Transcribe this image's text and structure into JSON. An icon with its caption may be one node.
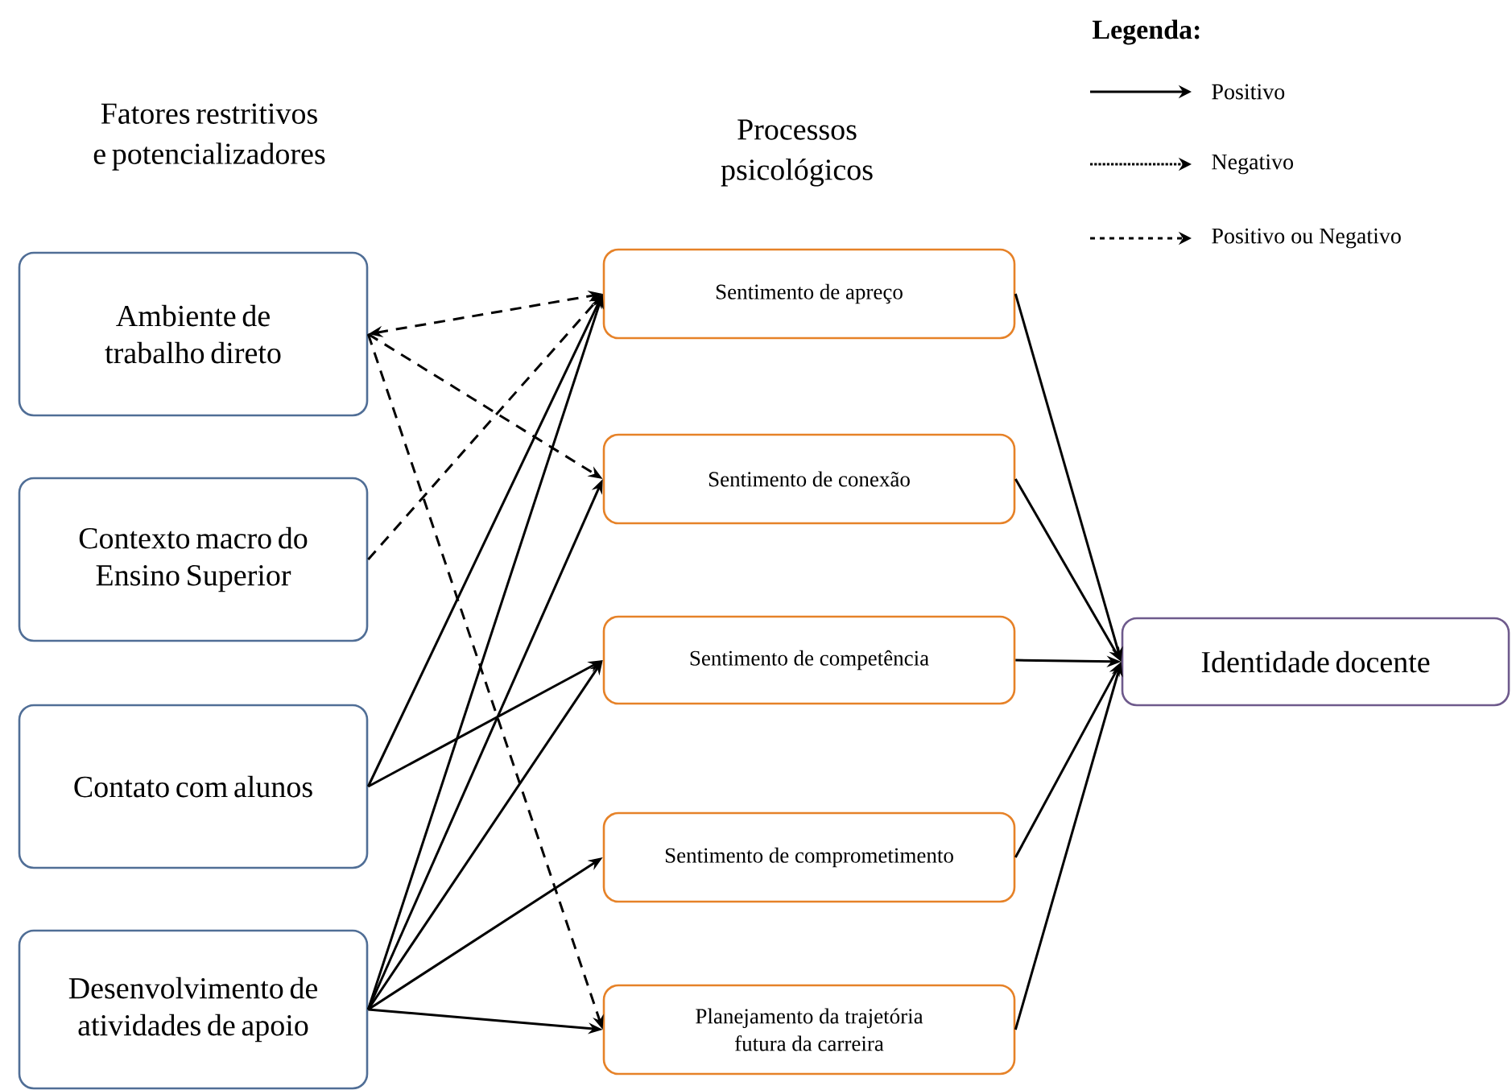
{
  "diagram": {
    "nodes": [
      {
        "text": [
          "Ambiente de trabalho direto"
        ]
      },
      {
        "text": [
          "Contexto macro do Ensino Superior"
        ]
      },
      {
        "text": [
          "Contato com alunos"
        ]
      },
      {
        "text": [
          "Desenvolvimento de atividades de apoio"
        ]
      },
      {
        "text": [
          "Sentimento de apreço"
        ]
      },
      {
        "text": [
          "Sentimento de conexão"
        ]
      },
      {
        "text": [
          "Sentimento de competência"
        ]
      },
      {
        "text": [
          "Sentimento de comprometimento"
        ]
      },
      {
        "text": [
          "Planejamento da trajetória futura da carreira"
        ]
      },
      {
        "text": [
          "Identidade docente"
        ]
      }
    ],
    "edges": [
      {
        "from": 0,
        "to": 4,
        "arrow": "both",
        "style": "dashed"
      },
      {
        "from": 0,
        "to": 5,
        "arrow": "to",
        "style": "dashed"
      },
      {
        "from": 0,
        "to": 8,
        "arrow": "to",
        "style": "dashed"
      },
      {
        "from": 1,
        "to": 4,
        "arrow": "to",
        "style": "dashed"
      },
      {
        "from": 2,
        "to": 4,
        "arrow": "to"
      },
      {
        "from": 2,
        "to": 6,
        "arrow": "to"
      },
      {
        "from": 3,
        "to": 4,
        "arrow": "to"
      },
      {
        "from": 3,
        "to": 5,
        "arrow": "to"
      },
      {
        "from": 3,
        "to": 6,
        "arrow": "to"
      },
      {
        "from": 3,
        "to": 7,
        "arrow": "to"
      },
      {
        "from": 3,
        "to": 8,
        "arrow": "to"
      },
      {
        "from": 4,
        "to": 9,
        "arrow": "to"
      },
      {
        "from": 5,
        "to": 9,
        "arrow": "to"
      },
      {
        "from": 6,
        "to": 9,
        "arrow": "to"
      },
      {
        "from": 7,
        "to": 9,
        "arrow": "to"
      },
      {
        "from": 8,
        "to": 9,
        "arrow": "to"
      }
    ],
    "labels": [
      "Fatores restritivos e potencializadores",
      "Processos psicológicos",
      "Legenda:"
    ],
    "legend": [
      {
        "text": "Positivo"
      },
      {
        "text": "Negativo"
      },
      {
        "text": "Positivo ou Negativo"
      }
    ]
  }
}
